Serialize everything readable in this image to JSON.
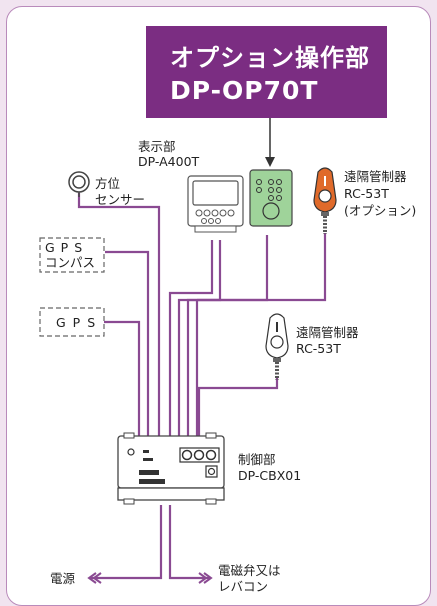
{
  "colors": {
    "accent": "#7b2d82",
    "cable": "#8a4a92",
    "dashed_box": "#666666",
    "remote": "#e06a2a",
    "green_panel": "#9fd39a"
  },
  "title": {
    "line1": "オプション操作部",
    "line2": "DP-OP70T"
  },
  "display_unit": {
    "line1": "表示部",
    "line2": "DP-A400T"
  },
  "heading_sensor": {
    "line1": "方位",
    "line2": "センサー"
  },
  "gps_compass": {
    "line1": "GPS",
    "line2": "コンパス"
  },
  "gps": {
    "label": "GPS"
  },
  "remote_option": {
    "line1": "遠隔管制器",
    "line2": "RC-53T",
    "line3": "(オプション)"
  },
  "remote": {
    "line1": "遠隔管制器",
    "line2": "RC-53T"
  },
  "control_unit": {
    "line1": "制御部",
    "line2": "DP-CBX01"
  },
  "power": {
    "label": "電源"
  },
  "solenoid": {
    "line1": "電磁弁又は",
    "line2": "レバコン"
  },
  "icons": [
    "compass-sensor-icon",
    "display-unit-icon",
    "option-panel-icon",
    "remote-controller-icon",
    "control-box-icon"
  ]
}
